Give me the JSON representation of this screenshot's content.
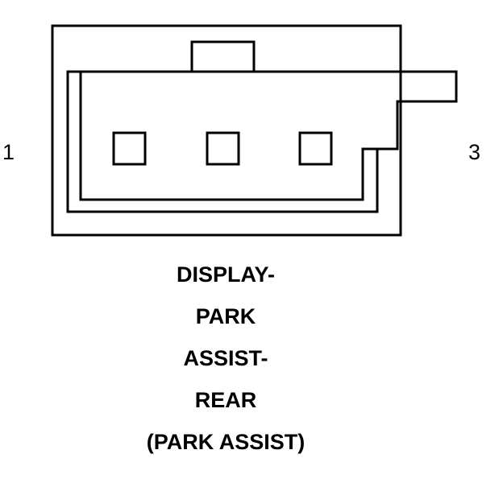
{
  "pins": {
    "left": "1",
    "right": "3"
  },
  "caption": {
    "line1": "DISPLAY-",
    "line2": "PARK",
    "line3": "ASSIST-",
    "line4": "REAR",
    "line5": "(PARK ASSIST)"
  },
  "colors": {
    "stroke": "#000000",
    "background": "#ffffff"
  }
}
